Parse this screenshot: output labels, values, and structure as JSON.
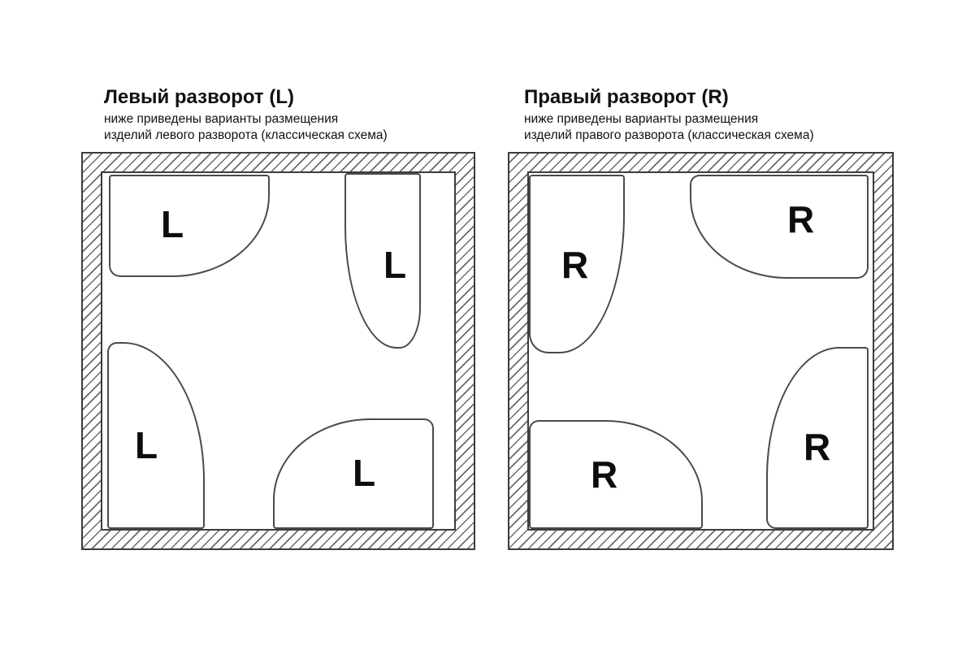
{
  "panels": [
    {
      "title": "Левый разворот (L)",
      "subtitle_line1": "ниже приведены варианты размещения",
      "subtitle_line2": "изделий левого разворота (классическая схема)",
      "shapes": [
        {
          "position": "top-left",
          "label": "L"
        },
        {
          "position": "top-right",
          "label": "L"
        },
        {
          "position": "bottom-left",
          "label": "L"
        },
        {
          "position": "bottom-right",
          "label": "L"
        }
      ]
    },
    {
      "title": "Правый разворот (R)",
      "subtitle_line1": "ниже приведены варианты размещения",
      "subtitle_line2": "изделий правого разворота (классическая схема)",
      "shapes": [
        {
          "position": "top-left",
          "label": "R"
        },
        {
          "position": "top-right",
          "label": "R"
        },
        {
          "position": "bottom-left",
          "label": "R"
        },
        {
          "position": "bottom-right",
          "label": "R"
        }
      ]
    }
  ],
  "colors": {
    "background": "#ffffff",
    "line": "#3c3c3c",
    "hatch": "#6a6a6a",
    "text": "#111111"
  }
}
